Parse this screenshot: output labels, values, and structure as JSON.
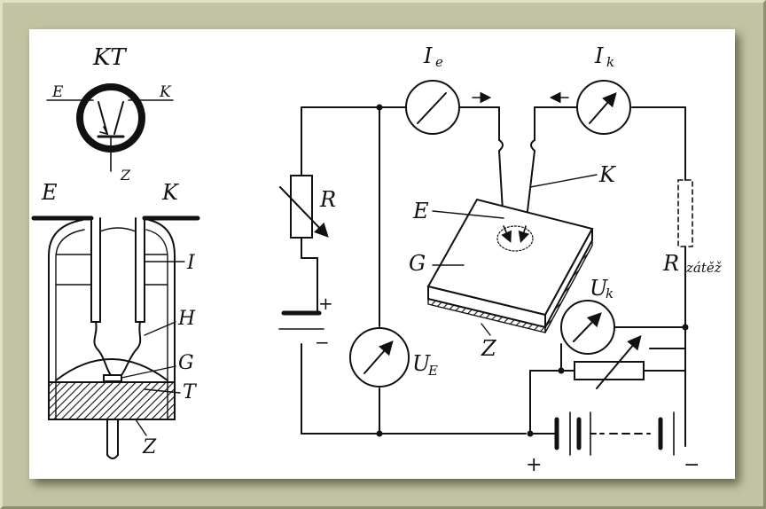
{
  "transistor_symbol": {
    "title": "KT",
    "emitter": "E",
    "collector": "K",
    "base": "Z"
  },
  "transistor_cross_section": {
    "emitter_lead": "E",
    "collector_lead": "K",
    "labels": [
      "I",
      "H",
      "G",
      "T",
      "Z"
    ]
  },
  "circuit": {
    "emitter_current_meter": "I",
    "emitter_current_sub": "e",
    "collector_current_meter": "I",
    "collector_current_sub": "k",
    "emitter_voltage_meter": "U",
    "emitter_voltage_sub": "E",
    "collector_voltage_meter": "U",
    "collector_voltage_sub": "k",
    "rheostat": "R",
    "load_resistor": "R",
    "load_text": "zátěž",
    "crystal_emitter": "E",
    "crystal_collector": "K",
    "crystal_germanium": "G",
    "crystal_base": "Z",
    "plus": "+",
    "minus": "−"
  },
  "colors": {
    "background": "#c2c3a3",
    "paper": "#ffffff",
    "ink": "#111111"
  }
}
